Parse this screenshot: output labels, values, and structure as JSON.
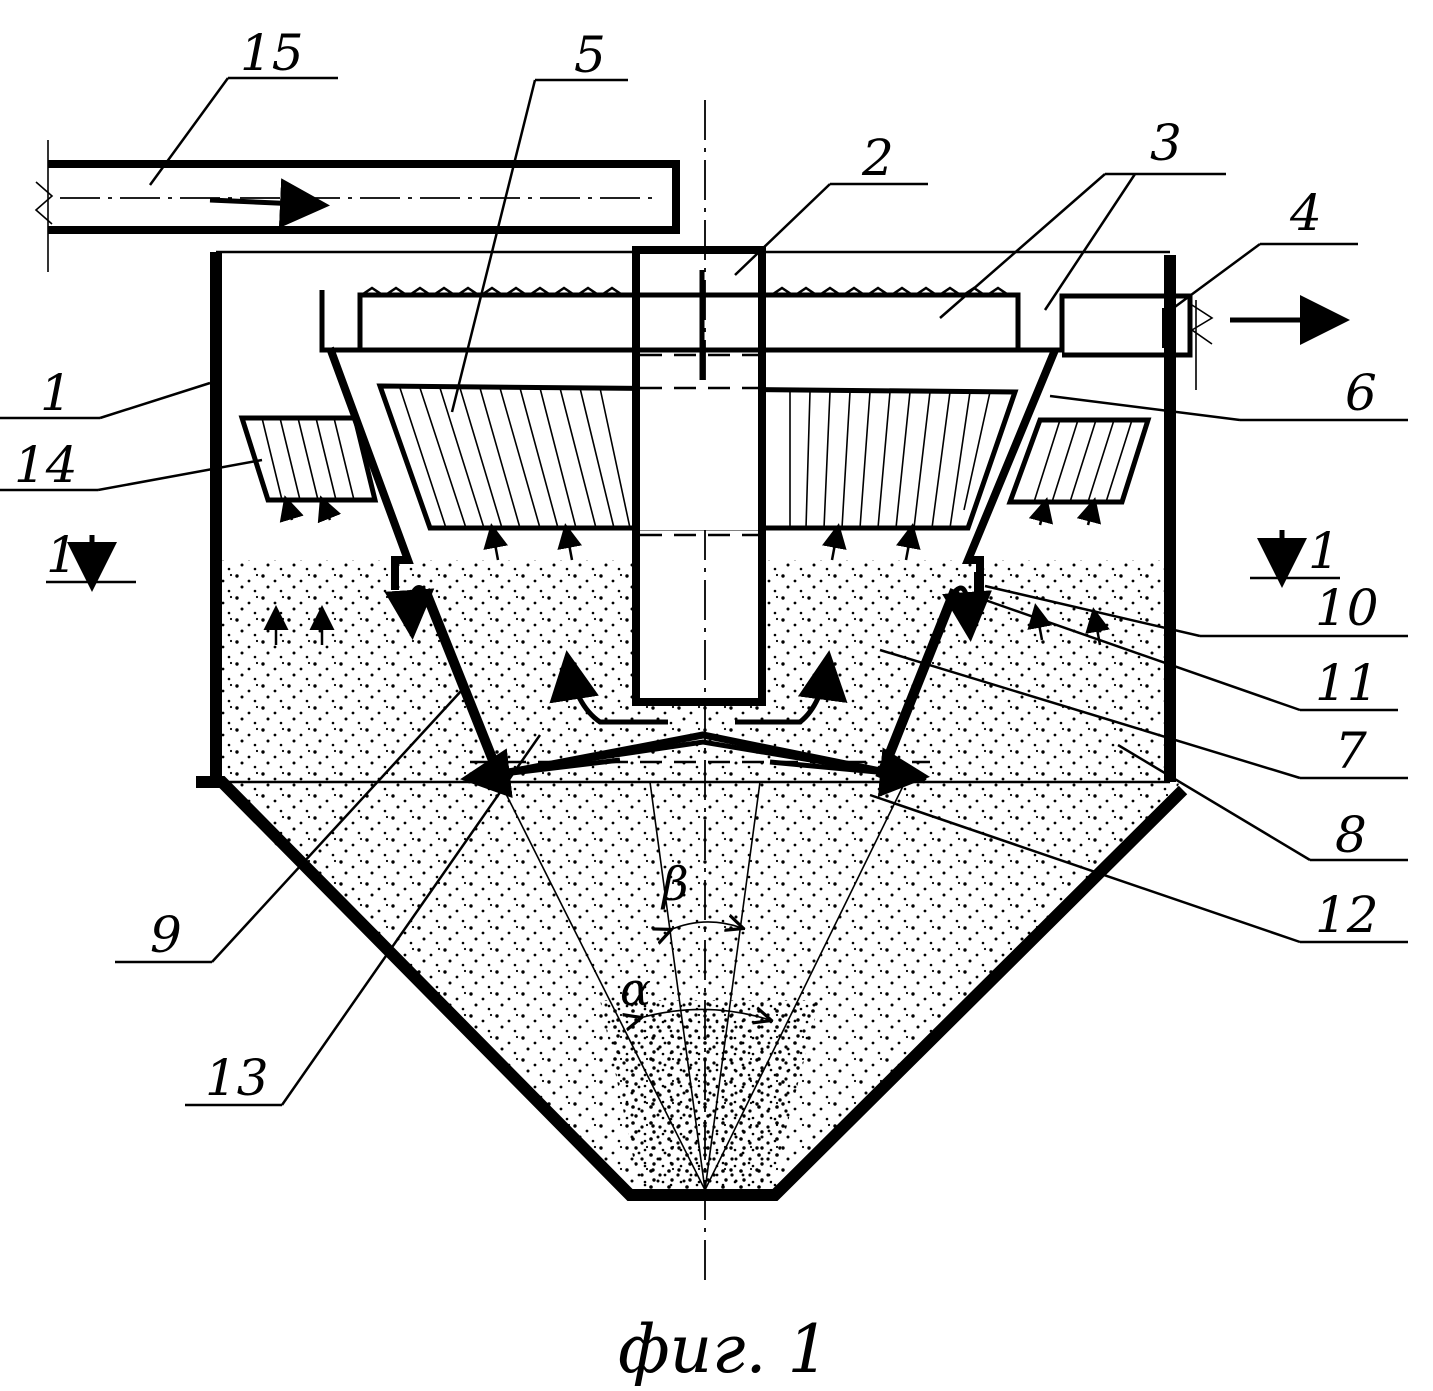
{
  "caption": "фиг. 1",
  "labels": {
    "n1": "1",
    "n2": "2",
    "n3": "3",
    "n4": "4",
    "n5": "5",
    "n6": "6",
    "n7": "7",
    "n8": "8",
    "n9": "9",
    "n10": "10",
    "n11": "11",
    "n12": "12",
    "n13": "13",
    "n14": "14",
    "n15": "15",
    "section_left": "1",
    "section_right": "1"
  },
  "angles": {
    "alpha": "α",
    "beta": "β"
  }
}
